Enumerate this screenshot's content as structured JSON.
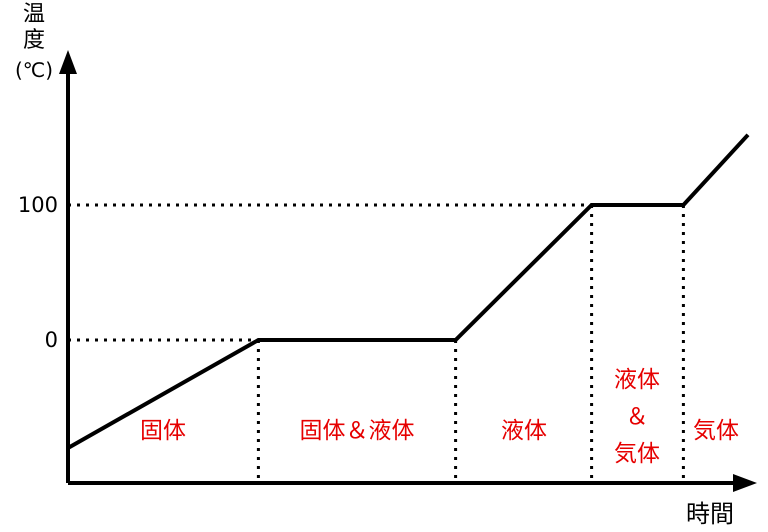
{
  "colors": {
    "curve": "#000000",
    "axis": "#000000",
    "phase_label": "#e60000",
    "background": "#ffffff"
  },
  "chart_data": {
    "type": "line",
    "title": "",
    "xlabel": "時間",
    "ylabel": "温度(℃)",
    "ylabel_lines": [
      "温",
      "度",
      "(℃)"
    ],
    "yticks": [
      0,
      100
    ],
    "xticks": [],
    "xlim": [
      0,
      10
    ],
    "ylim": [
      -80,
      160
    ],
    "grid": false,
    "legend": false,
    "series": [
      {
        "name": "温度",
        "points": [
          [
            0,
            -80
          ],
          [
            2.8,
            0
          ],
          [
            5.7,
            0
          ],
          [
            7.7,
            100
          ],
          [
            9.05,
            100
          ],
          [
            10,
            152
          ]
        ]
      }
    ],
    "guide_lines": {
      "horizontal_dotted_at_temperatures": [
        0,
        100
      ],
      "vertical_dotted_at_times": [
        2.8,
        5.7,
        7.7,
        9.05
      ]
    },
    "phases": [
      {
        "label": "固体",
        "t_range": [
          0,
          2.8
        ]
      },
      {
        "label": "固体＆液体",
        "t_range": [
          2.8,
          5.7
        ]
      },
      {
        "label": "液体",
        "t_range": [
          5.7,
          7.7
        ]
      },
      {
        "label": "液体\n＆\n気体",
        "t_range": [
          7.7,
          9.05
        ]
      },
      {
        "label": "気体",
        "t_range": [
          9.05,
          10
        ]
      }
    ]
  }
}
